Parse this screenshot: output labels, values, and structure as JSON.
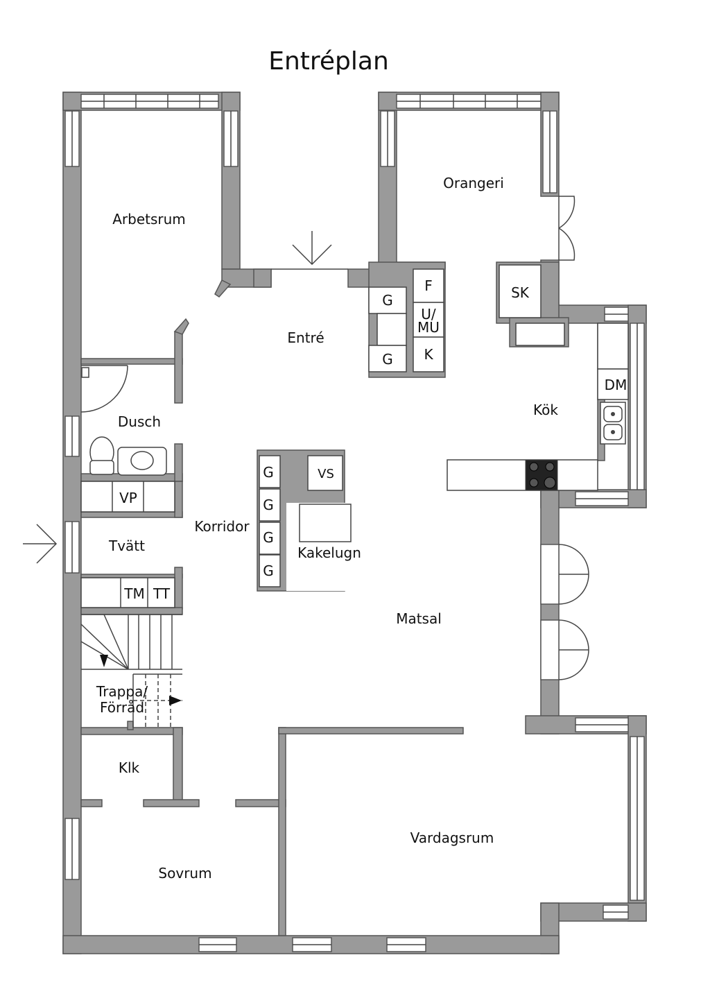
{
  "title": "Entréplan",
  "rooms": {
    "arbetsrum": "Arbetsrum",
    "orangeri": "Orangeri",
    "entre": "Entré",
    "dusch": "Dusch",
    "kok": "Kök",
    "korridor": "Korridor",
    "tvatt": "Tvätt",
    "kakelugn": "Kakelugn",
    "matsal": "Matsal",
    "trappa_line1": "Trappa/",
    "trappa_line2": "Förråd",
    "klk": "Klk",
    "sovrum": "Sovrum",
    "vardagsrum": "Vardagsrum"
  },
  "fixtures": {
    "g": "G",
    "f": "F",
    "u_line1": "U/",
    "u_line2": "MU",
    "k": "K",
    "sk": "SK",
    "dm": "DM",
    "vs": "VS",
    "vp": "VP",
    "tm": "TM",
    "tt": "TT"
  },
  "colors": {
    "wall": "#9a9a9a",
    "outline": "#555555"
  }
}
